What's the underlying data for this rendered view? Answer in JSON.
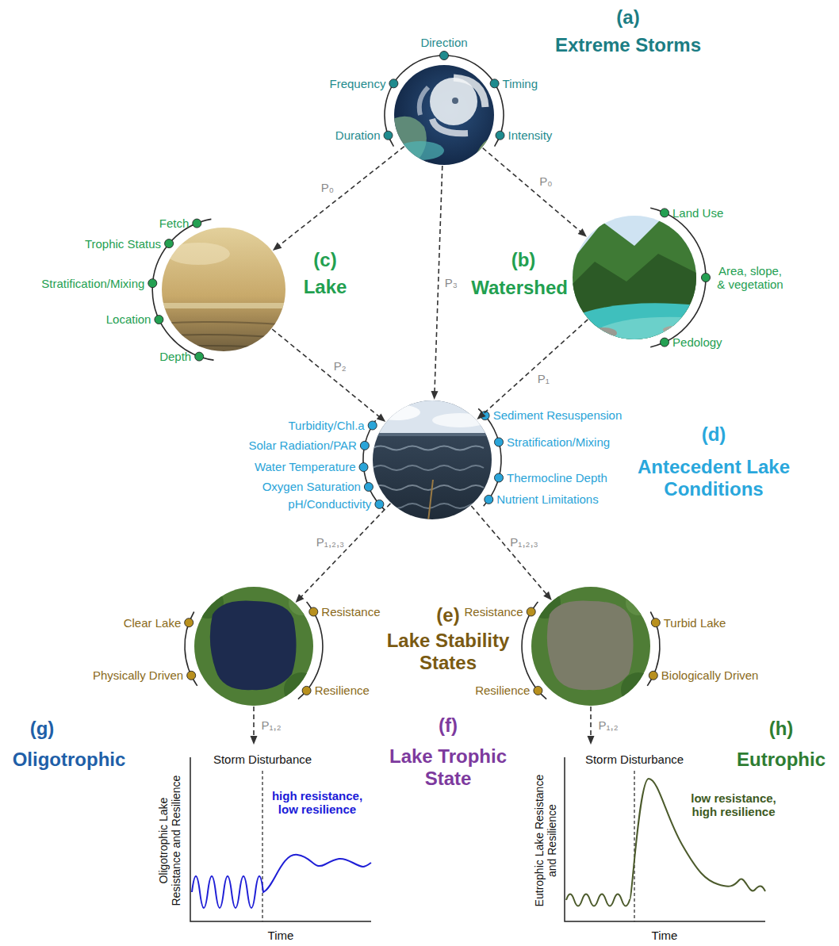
{
  "diagram": {
    "nodes": [
      {
        "text": [
          "(a)",
          "Extreme Storms",
          "Direction",
          "Frequency",
          "Timing",
          "Duration",
          "Intensity"
        ]
      },
      {
        "text": [
          "(c)",
          "Lake",
          "Fetch",
          "Trophic Status",
          "Stratification/Mixing",
          "Location",
          "Depth"
        ]
      },
      {
        "text": [
          "(b)",
          "Watershed",
          "Land Use",
          "Area, slope, & vegetation",
          "Pedology"
        ]
      },
      {
        "text": [
          "(d)",
          "Antecedent Lake Conditions",
          "Turbidity/Chl.a",
          "Solar Radiation/PAR",
          "Water Temperature",
          "Oxygen Saturation",
          "pH/Conductivity",
          "Sediment Resuspension",
          "Stratification/Mixing",
          "Thermocline Depth",
          "Nutrient Limitations"
        ]
      },
      {
        "text": [
          "Clear Lake",
          "Resistance",
          "Physically Driven",
          "Resilience"
        ]
      },
      {
        "text": [
          "Resistance",
          "Turbid Lake",
          "Resilience",
          "Biologically Driven"
        ]
      },
      {
        "text": [
          "(g)",
          "Oligotrophic",
          "Storm Disturbance",
          "high resistance, low resilience",
          "Oligotrophic Lake Resistance and Resilience",
          "Time"
        ]
      },
      {
        "text": [
          "(h)",
          "Eutrophic",
          "Storm Disturbance",
          "low resistance, high resilience",
          "Eutrophic Lake Resistance and Resilience",
          "Time"
        ]
      }
    ],
    "edges": [
      {
        "from": 0,
        "to": 1,
        "label": "P₀",
        "arrow": "to"
      },
      {
        "from": 0,
        "to": 2,
        "label": "P₀",
        "arrow": "to"
      },
      {
        "from": 0,
        "to": 3,
        "label": "P₃",
        "arrow": "to"
      },
      {
        "from": 1,
        "to": 3,
        "label": "P₂",
        "arrow": "to"
      },
      {
        "from": 2,
        "to": 3,
        "label": "P₁",
        "arrow": "to"
      },
      {
        "from": 3,
        "to": 4,
        "label": "P₁,₂,₃",
        "arrow": "to"
      },
      {
        "from": 3,
        "to": 5,
        "label": "P₁,₂,₃",
        "arrow": "to"
      },
      {
        "from": 4,
        "to": 6,
        "label": "P₁,₂",
        "arrow": "to"
      },
      {
        "from": 5,
        "to": 7,
        "label": "P₁,₂",
        "arrow": "to"
      }
    ],
    "labels": [
      "(e)",
      "Lake Stability States",
      "(f)",
      "Lake Trophic State"
    ]
  }
}
